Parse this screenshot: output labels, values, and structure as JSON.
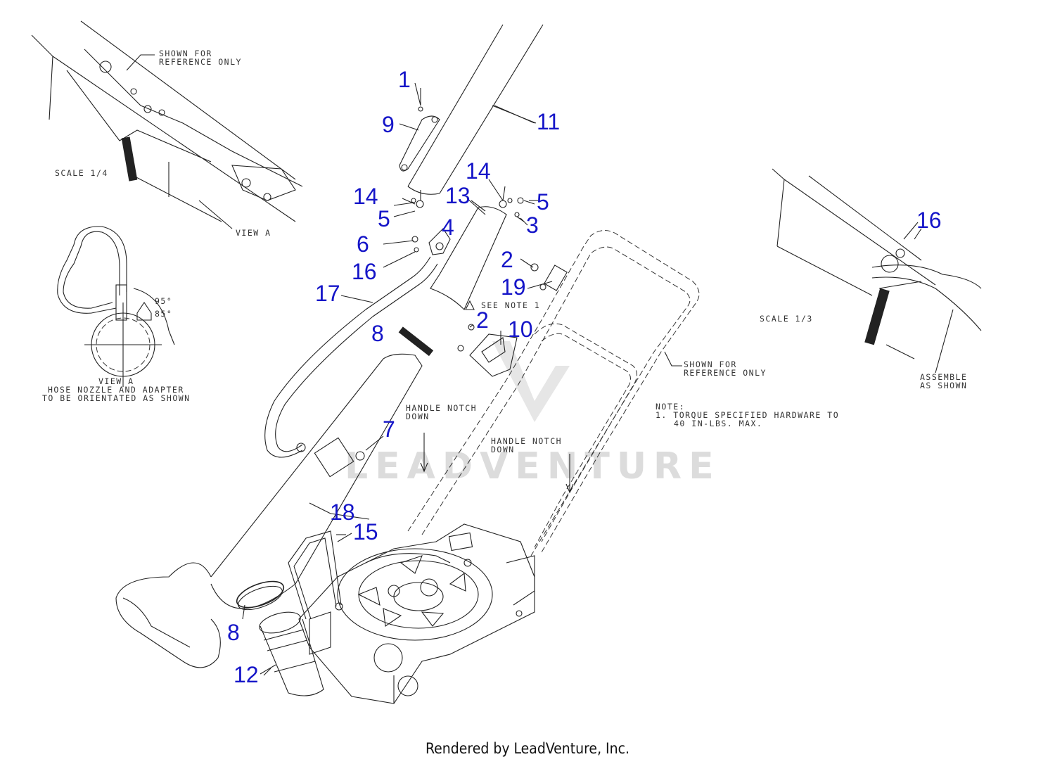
{
  "callouts": {
    "c1": "1",
    "c9": "9",
    "c11": "11",
    "c14a": "14",
    "c13": "13",
    "c14b": "14",
    "c5a": "5",
    "c5b": "5",
    "c3": "3",
    "c4": "4",
    "c6": "6",
    "c16a": "16",
    "c17": "17",
    "c2a": "2",
    "c19": "19",
    "c2b": "2",
    "c10": "10",
    "c8a": "8",
    "c7": "7",
    "c18": "18",
    "c15": "15",
    "c8b": "8",
    "c12": "12",
    "c16b": "16"
  },
  "notes": {
    "shown_ref_1a": "SHOWN FOR",
    "shown_ref_1b": "REFERENCE ONLY",
    "scale_14": "SCALE 1/4",
    "view_a": "VIEW A",
    "angle_95": "95°",
    "angle_85": "85°",
    "view_a_cap1": "VIEW A",
    "view_a_cap2": "HOSE NOZZLE AND ADAPTER",
    "view_a_cap3": "TO BE ORIENTATED AS SHOWN",
    "see_note": "SEE NOTE 1",
    "handle_notch_1a": "HANDLE NOTCH",
    "handle_notch_1b": "DOWN",
    "handle_notch_2a": "HANDLE NOTCH",
    "handle_notch_2b": "DOWN",
    "shown_ref_2a": "SHOWN FOR",
    "shown_ref_2b": "REFERENCE ONLY",
    "note_title": "NOTE:",
    "note_line1": "1. TORQUE SPECIFIED HARDWARE TO",
    "note_line2": "40 IN-LBS. MAX.",
    "scale_13": "SCALE 1/3",
    "assemble_a": "ASSEMBLE",
    "assemble_b": "AS SHOWN"
  },
  "watermark": "LEADVENTURE",
  "footer": "Rendered by LeadVenture, Inc."
}
